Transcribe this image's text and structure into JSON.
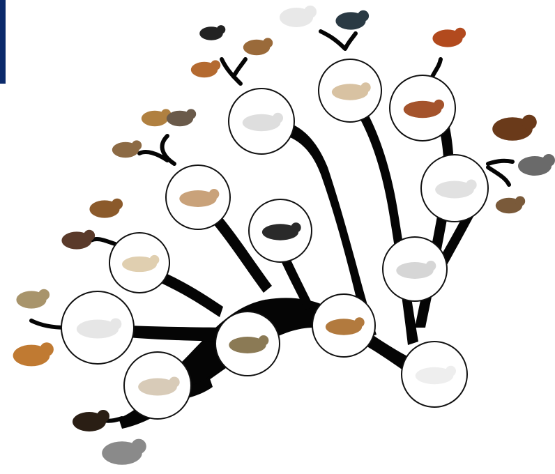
{
  "colors": {
    "branch": "#050505",
    "background": "#ffffff",
    "accent_bar": "#0b2a6b",
    "node_stroke": "#111111",
    "node_fill": "#ffffff"
  },
  "nodes": [
    {
      "id": "ancestral-cat-sketch",
      "icon": "sabre-cat-sketch-icon",
      "tint": "#d8cbb8"
    },
    {
      "id": "viverrid-leopard-fossil",
      "icon": "spotted-fossil-carnivoran-icon",
      "tint": "#8b7a55"
    },
    {
      "id": "hyaenid-sketch",
      "icon": "wolf-like-sketch-icon",
      "tint": "#e6e6e6"
    },
    {
      "id": "feliform-cat-tawny",
      "icon": "spotted-cat-icon",
      "tint": "#e0cfb0"
    },
    {
      "id": "sabre-tooth-dark",
      "icon": "large-cat-dark-background-icon",
      "tint": "#c9a27a"
    },
    {
      "id": "small-mustelid-dark",
      "icon": "skunk-like-icon",
      "tint": "#2a2a2a"
    },
    {
      "id": "fossa-like-orange",
      "icon": "orange-carnivoran-icon",
      "tint": "#b27a3e"
    },
    {
      "id": "wolf-sketch",
      "icon": "wolf-sketch-icon",
      "tint": "#dedede"
    },
    {
      "id": "bear-dog-sketch",
      "icon": "cat-sketch-icon",
      "tint": "#d8c2a2"
    },
    {
      "id": "red-cat-like",
      "icon": "red-carnivoran-icon",
      "tint": "#a4532c"
    },
    {
      "id": "bear-like-sketch",
      "icon": "hyena-like-sketch-icon",
      "tint": "#e1e1e1"
    },
    {
      "id": "civet-sketch",
      "icon": "civet-sketch-icon",
      "tint": "#d6d6d6"
    },
    {
      "id": "genet-sketch",
      "icon": "genet-sketch-icon",
      "tint": "#eeeeee"
    }
  ],
  "tips": [
    {
      "id": "meerkat",
      "icon": "meerkat-icon",
      "tint": "#a8946b"
    },
    {
      "id": "golden-mongoose",
      "icon": "mongoose-icon",
      "tint": "#c07a32"
    },
    {
      "id": "striped-hyena",
      "icon": "hyena-icon",
      "tint": "#5a3a2a"
    },
    {
      "id": "aardwolf",
      "icon": "aardwolf-icon",
      "tint": "#8b5a2b"
    },
    {
      "id": "lynx",
      "icon": "lynx-icon",
      "tint": "#8c6a44"
    },
    {
      "id": "lion",
      "icon": "lion-icon",
      "tint": "#b08040"
    },
    {
      "id": "tiger",
      "icon": "tiger-icon",
      "tint": "#6a5a4a"
    },
    {
      "id": "black-bear",
      "icon": "bear-icon",
      "tint": "#222222"
    },
    {
      "id": "red-fox",
      "icon": "fox-icon",
      "tint": "#b46a30"
    },
    {
      "id": "coyote",
      "icon": "coyote-icon",
      "tint": "#9a6a3a"
    },
    {
      "id": "polar-bear",
      "icon": "polar-bear-icon",
      "tint": "#e8e8e8"
    },
    {
      "id": "seal",
      "icon": "seal-icon",
      "tint": "#2a3a44"
    },
    {
      "id": "red-panda",
      "icon": "red-panda-icon",
      "tint": "#b24a1e"
    },
    {
      "id": "wolverine",
      "icon": "wolverine-icon",
      "tint": "#6a3a1a"
    },
    {
      "id": "badger",
      "icon": "badger-icon",
      "tint": "#6a6a6a"
    },
    {
      "id": "otter",
      "icon": "otter-icon",
      "tint": "#7a5a3a"
    },
    {
      "id": "palm-civet",
      "icon": "civet-icon",
      "tint": "#2a1e14"
    },
    {
      "id": "raccoon-like",
      "icon": "raccoon-icon",
      "tint": "#8a8a8a"
    }
  ]
}
